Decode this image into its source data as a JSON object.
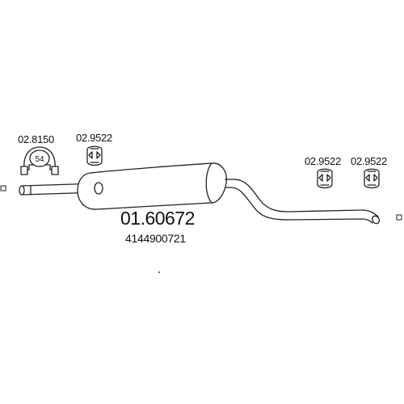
{
  "diagram": {
    "main_part_number": "01.60672",
    "oem_number": "4144900721",
    "accessories": {
      "clamp": {
        "code": "02.8150",
        "size": "54"
      },
      "hanger_1": {
        "code": "02.9522"
      },
      "hanger_2": {
        "code": "02.9522"
      },
      "hanger_3": {
        "code": "02.9522"
      }
    }
  }
}
